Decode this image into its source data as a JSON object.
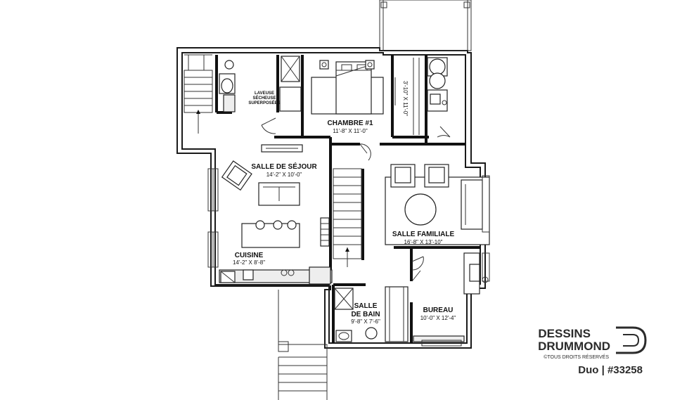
{
  "rooms": {
    "chambre": {
      "name": "CHAMBRE #1",
      "dims": "11'-8\" X 11'-0\""
    },
    "sejour": {
      "name": "SALLE DE SÉJOUR",
      "dims": "14'-2\" X 10'-0\""
    },
    "famille": {
      "name": "SALLE FAMILIALE",
      "dims": "16'-8\" X 13'-10\""
    },
    "cuisine": {
      "name": "CUISINE",
      "dims": "14'-2\" X 8'-8\""
    },
    "bain": {
      "name_line1": "SALLE",
      "name_line2": "DE BAIN",
      "dims": "9'-8\" X 7'-6\""
    },
    "bureau": {
      "name": "BUREAU",
      "dims": "10'-0\" X 12'-4\""
    },
    "placard": {
      "dims": "3'-10\" X 11'-0\""
    }
  },
  "laundry": {
    "line1": "LAVEUSE",
    "line2": "SÉCHEUSE",
    "line3": "SUPERPOSÉES"
  },
  "brand": {
    "line1": "DESSINS",
    "line2": "DRUMMOND",
    "rights": "©TOUS DROITS RÉSERVÉS",
    "caption": "Duo | #33258"
  }
}
